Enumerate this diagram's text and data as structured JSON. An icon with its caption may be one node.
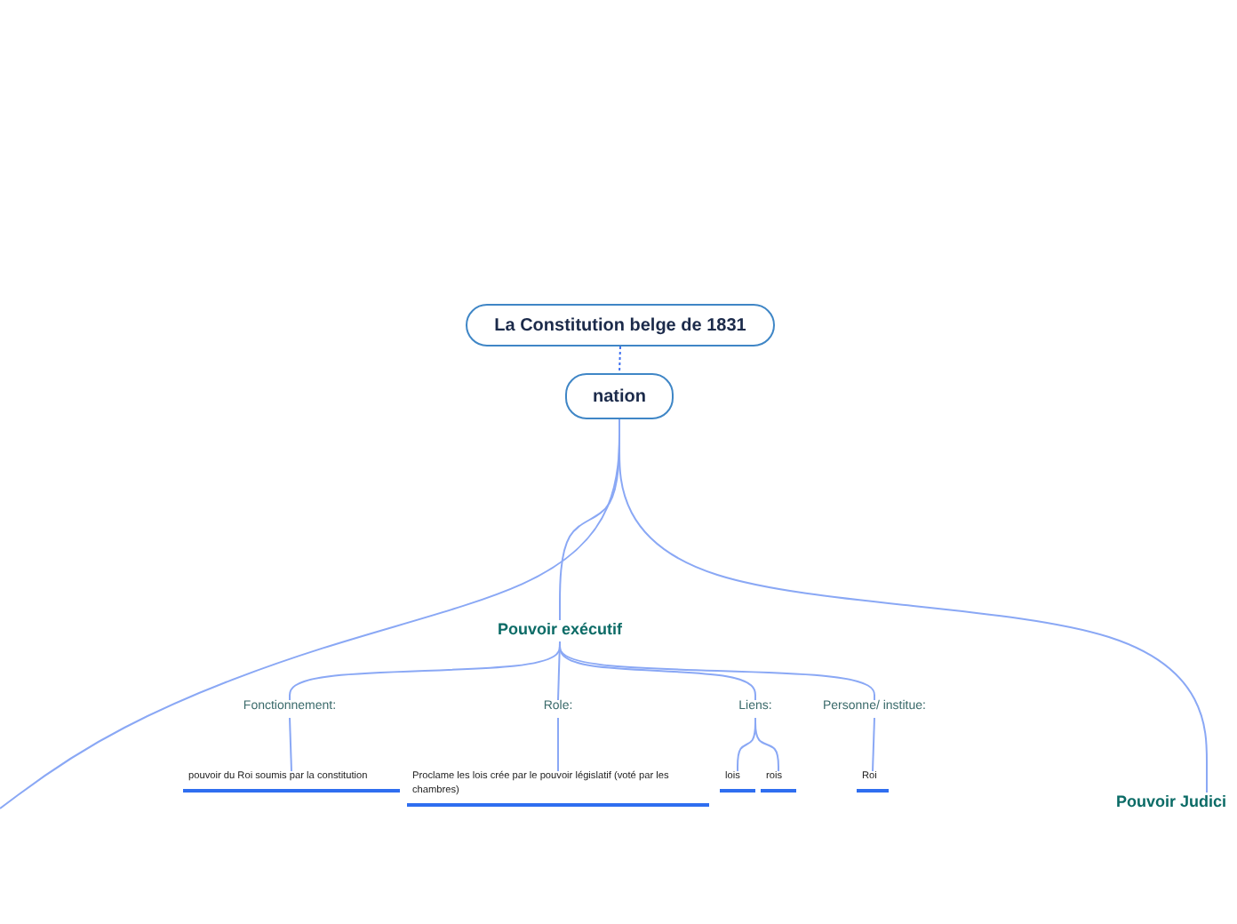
{
  "diagram": {
    "nodes": [
      {
        "text": [
          "La Constitution belge de 1831"
        ]
      },
      {
        "text": [
          "nation"
        ]
      },
      {
        "text": [
          "Pouvoir exécutif"
        ]
      },
      {
        "text": [
          "Pouvoir Judici"
        ]
      },
      {
        "text": [
          "Fonctionnement:"
        ]
      },
      {
        "text": [
          "Role:"
        ]
      },
      {
        "text": [
          "Liens:"
        ]
      },
      {
        "text": [
          "Personne/ institue:"
        ]
      },
      {
        "text": [
          "pouvoir du Roi soumis par la constitution"
        ]
      },
      {
        "text": [
          "Proclame les lois crée par le pouvoir législatif (voté par les chambres)"
        ]
      },
      {
        "text": [
          "lois"
        ]
      },
      {
        "text": [
          "rois"
        ]
      },
      {
        "text": [
          "Roi"
        ]
      }
    ],
    "edges": [
      {
        "from": 0,
        "to": 1,
        "arrow": "none",
        "style": "dashed"
      },
      {
        "from": 1,
        "to": 2,
        "arrow": "none"
      },
      {
        "from": 1,
        "to": 3,
        "arrow": "none"
      },
      {
        "from": 1,
        "to": null,
        "arrow": "none"
      },
      {
        "from": 2,
        "to": 4,
        "arrow": "none"
      },
      {
        "from": 2,
        "to": 5,
        "arrow": "none"
      },
      {
        "from": 2,
        "to": 6,
        "arrow": "none"
      },
      {
        "from": 2,
        "to": 7,
        "arrow": "none"
      },
      {
        "from": 4,
        "to": 8,
        "arrow": "none"
      },
      {
        "from": 5,
        "to": 9,
        "arrow": "none"
      },
      {
        "from": 6,
        "to": 10,
        "arrow": "none"
      },
      {
        "from": 6,
        "to": 11,
        "arrow": "none"
      },
      {
        "from": 7,
        "to": 12,
        "arrow": "none"
      }
    ]
  }
}
